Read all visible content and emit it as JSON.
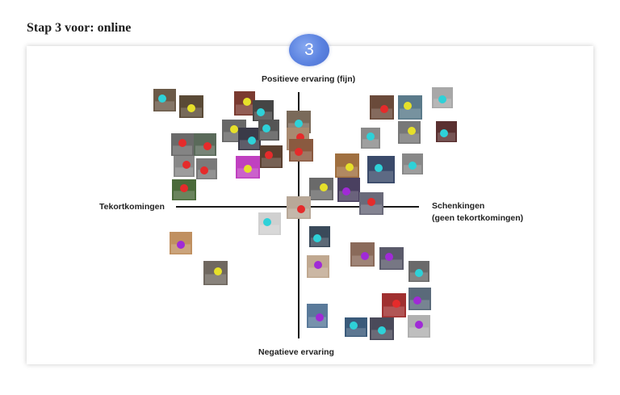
{
  "heading": {
    "prefix": "Stap 3 voor: ",
    "emphasis": "online"
  },
  "badge": {
    "number": "3",
    "color": "#5b82e0"
  },
  "axes": {
    "top": "Positieve ervaring (fijn)",
    "bottom": "Negatieve ervaring",
    "left": "Tekortkomingen",
    "right_line1": "Schenkingen",
    "right_line2": "(geen tekortkomingen)"
  },
  "marker_colors": {
    "cyan": "#2ed1d8",
    "yellow": "#e6e02a",
    "red": "#e52b2b",
    "purple": "#a02ad6"
  },
  "icons": {
    "photo_thumbnails": "photo-icon"
  }
}
